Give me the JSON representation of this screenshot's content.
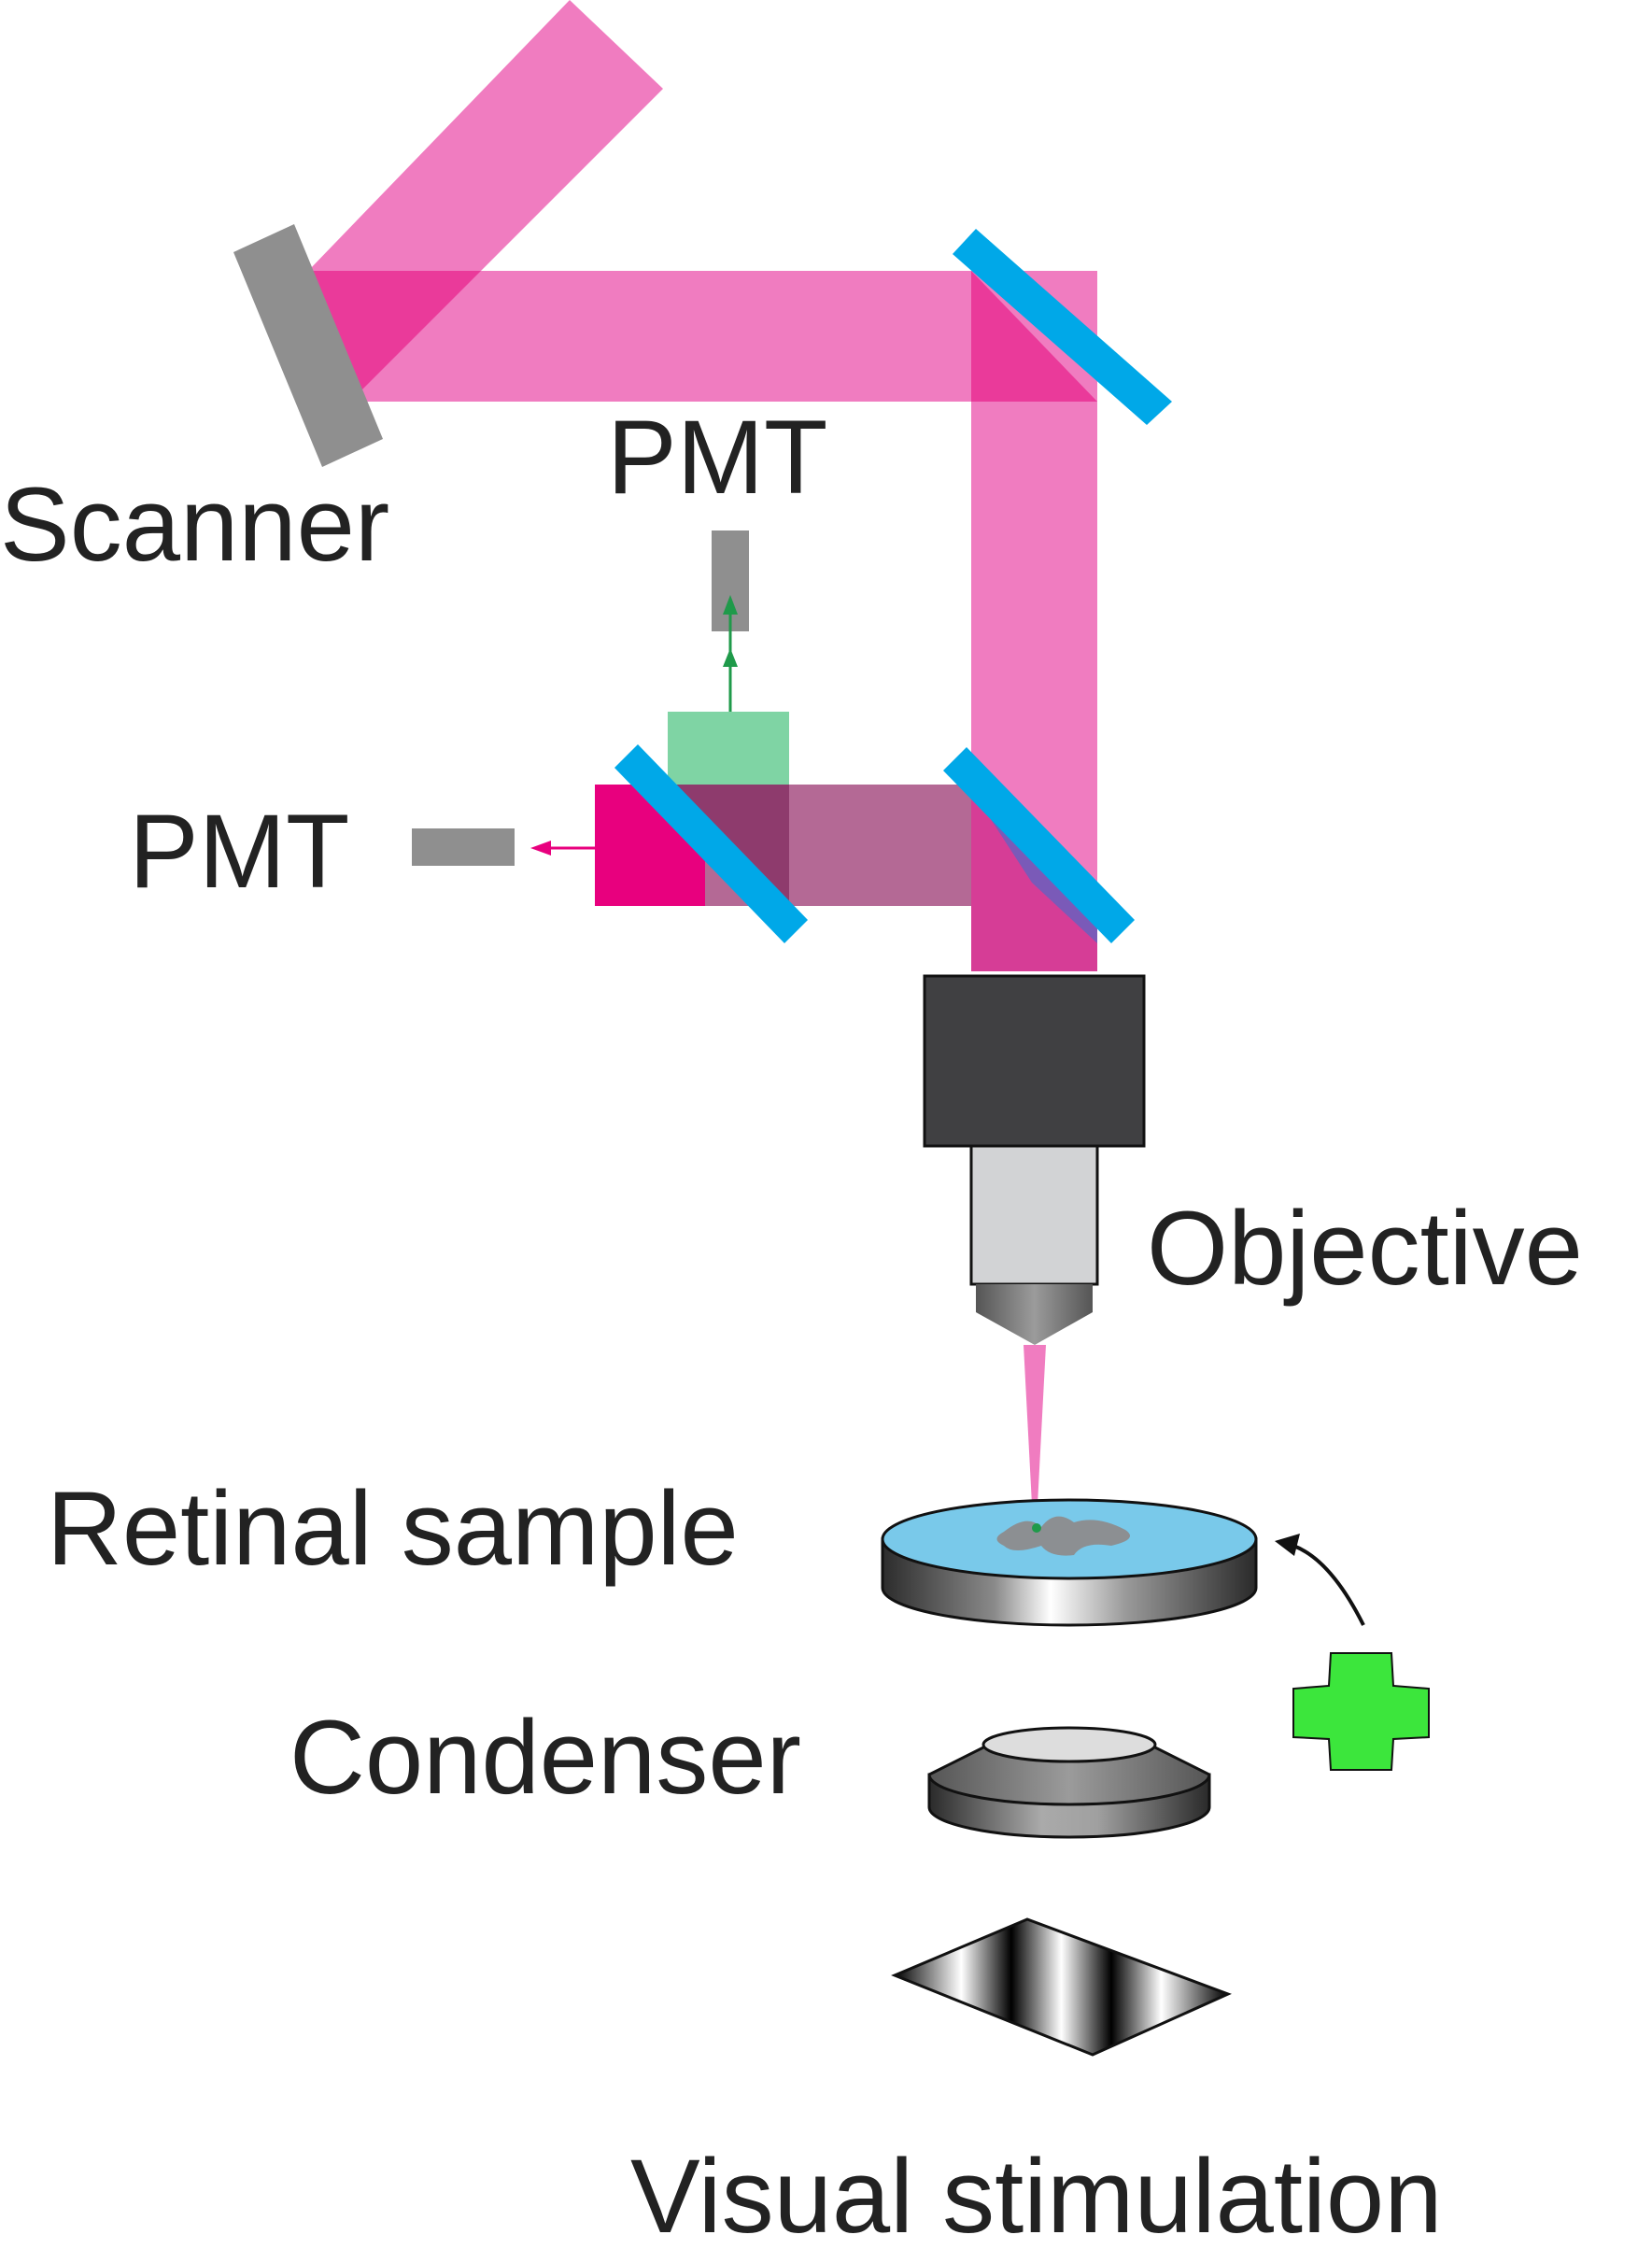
{
  "labels": {
    "scanner": "Scanner",
    "pmt_top": "PMT",
    "pmt_left": "PMT",
    "objective": "Objective",
    "retinal_sample": "Retinal sample",
    "condenser": "Condenser",
    "visual_stimulation": "Visual stimulation"
  },
  "colors": {
    "laser_beam": "#f06ab4",
    "laser_beam_overlap": "#ea3a9a",
    "mirror": "#00a8e8",
    "pmt": "#8f8f8f",
    "scanner": "#8f8f8f",
    "green_emission": "#7fd4a4",
    "magenta_emission": "#e8007e",
    "objective_body": "#404042",
    "objective_barrel": "#d2d3d5",
    "sample_dish": "#79c9ea",
    "stimulus_cross": "#3ce63c"
  }
}
